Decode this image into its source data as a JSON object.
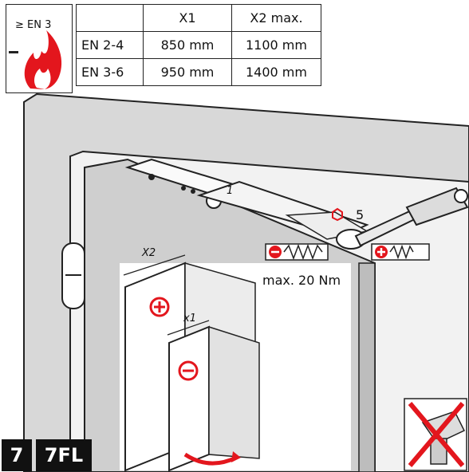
{
  "fire_rating": {
    "label": "≥ EN 3"
  },
  "spec_table": {
    "headers": [
      "",
      "X1",
      "X2 max."
    ],
    "rows": [
      [
        "EN 2-4",
        "850 mm",
        "1100 mm"
      ],
      [
        "EN 3-6",
        "950 mm",
        "1400 mm"
      ]
    ]
  },
  "callouts": {
    "hex_size": "5",
    "torque": "max. 20 Nm",
    "arm_number": "1",
    "dim_x2": "X2",
    "dim_x1": "x1"
  },
  "badges": {
    "step": "7",
    "model": "7FL"
  },
  "icons": [
    "fire-icon",
    "wrench-hex-icon",
    "plus-adjust-icon",
    "minus-adjust-icon",
    "no-power-drill-icon",
    "door-swing-arrow-icon",
    "door-hinge-icon"
  ],
  "colors": {
    "fire": "#e3161d",
    "no_drill": "#e3161d",
    "adjust": "#e3161d",
    "wall": "#e6e6e6",
    "wall_dark": "#c9c9c9"
  }
}
